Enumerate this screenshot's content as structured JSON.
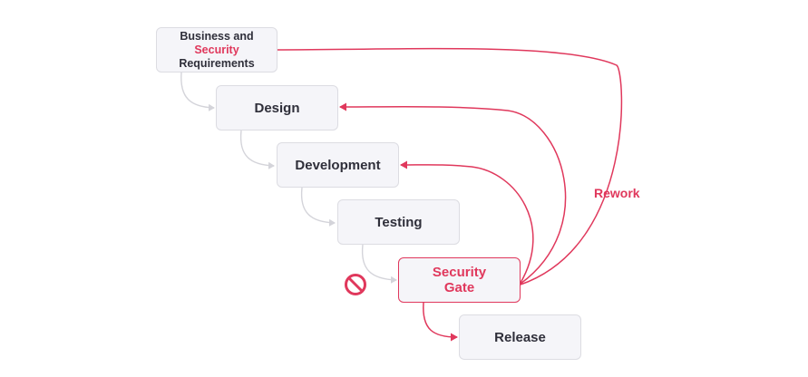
{
  "steps": {
    "requirements": {
      "line1": "Business and",
      "line2": "Security",
      "line3": "Requirements"
    },
    "design": "Design",
    "development": "Development",
    "testing": "Testing",
    "security_gate": {
      "line1": "Security",
      "line2": "Gate"
    },
    "release": "Release"
  },
  "rework_label": "Rework",
  "colors": {
    "accent": "#e0385c",
    "box_fill": "#f5f5f9",
    "box_border": "#dcdce2",
    "flow_arrow": "#d4d4da",
    "text": "#2f2f3a"
  },
  "icons": {
    "blocked": "no-entry-icon"
  }
}
